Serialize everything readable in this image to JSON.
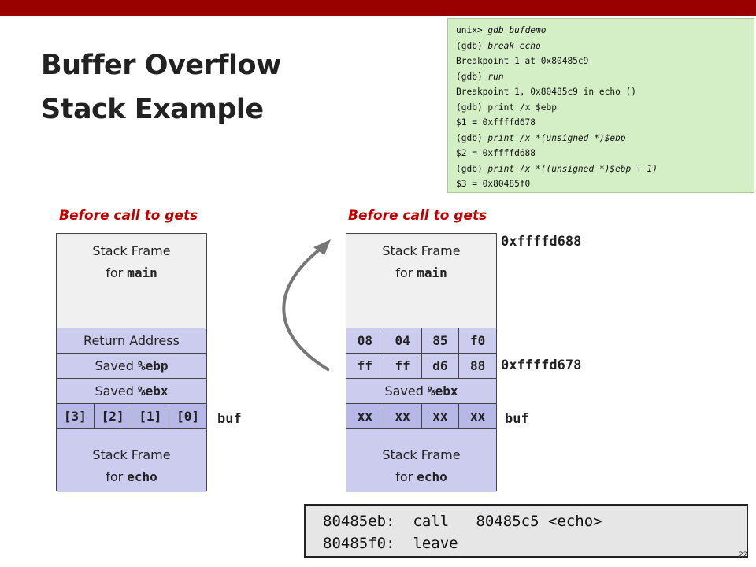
{
  "title": {
    "line1": "Buffer Overflow",
    "line2": "Stack Example"
  },
  "gdb_session": [
    {
      "prompt": "unix> ",
      "cmd": "gdb bufdemo",
      "out": ""
    },
    {
      "prompt": "(gdb) ",
      "cmd": "break echo",
      "out": ""
    },
    {
      "prompt": "",
      "cmd": "",
      "out": "Breakpoint 1 at 0x80485c9"
    },
    {
      "prompt": "(gdb) ",
      "cmd": "run",
      "out": ""
    },
    {
      "prompt": "",
      "cmd": "",
      "out": "Breakpoint 1, 0x80485c9 in echo ()"
    },
    {
      "prompt": "(gdb) ",
      "cmd": "",
      "out": "print /x $ebp"
    },
    {
      "prompt": "",
      "cmd": "",
      "out": "$1 = 0xffffd678"
    },
    {
      "prompt": "(gdb) ",
      "cmd": "print /x *(unsigned *)$ebp",
      "out": ""
    },
    {
      "prompt": "",
      "cmd": "",
      "out": "$2 = 0xffffd688"
    },
    {
      "prompt": "(gdb) ",
      "cmd": "print /x *((unsigned *)$ebp + 1)",
      "out": ""
    },
    {
      "prompt": "",
      "cmd": "",
      "out": "$3 = 0x80485f0"
    }
  ],
  "left_stack": {
    "caption": "Before call to gets",
    "main_frame": {
      "line1": "Stack Frame",
      "line2_prefix": "for ",
      "line2_code": "main"
    },
    "return_address": "Return Address",
    "saved_ebp": {
      "prefix": "Saved ",
      "reg": "%ebp"
    },
    "saved_ebx": {
      "prefix": "Saved ",
      "reg": "%ebx"
    },
    "buf_cells": [
      "[3]",
      "[2]",
      "[1]",
      "[0]"
    ],
    "echo_frame": {
      "line1": "Stack Frame",
      "line2_prefix": "for ",
      "line2_code": "echo"
    },
    "buf_label": "buf"
  },
  "right_stack": {
    "caption": "Before call to gets",
    "main_frame": {
      "line1": "Stack Frame",
      "line2_prefix": "for ",
      "line2_code": "main"
    },
    "return_bytes": [
      "08",
      "04",
      "85",
      "f0"
    ],
    "ebp_bytes": [
      "ff",
      "ff",
      "d6",
      "88"
    ],
    "saved_ebx": {
      "prefix": "Saved ",
      "reg": "%ebx"
    },
    "buf_cells": [
      "xx",
      "xx",
      "xx",
      "xx"
    ],
    "echo_frame": {
      "line1": "Stack Frame",
      "line2_prefix": "for ",
      "line2_code": "echo"
    },
    "addr_top": "0xffffd688",
    "addr_ebp": "0xffffd678",
    "buf_label": "buf"
  },
  "disassembly": [
    "80485eb:  call   80485c5 <echo>",
    "80485f0:  leave"
  ],
  "page_number": "22",
  "colors": {
    "accent_bar": "#990000",
    "caption": "#c00000",
    "gdb_bg": "#d4efc6",
    "frame_bg": "#ccccee",
    "arrow": "#777777"
  }
}
